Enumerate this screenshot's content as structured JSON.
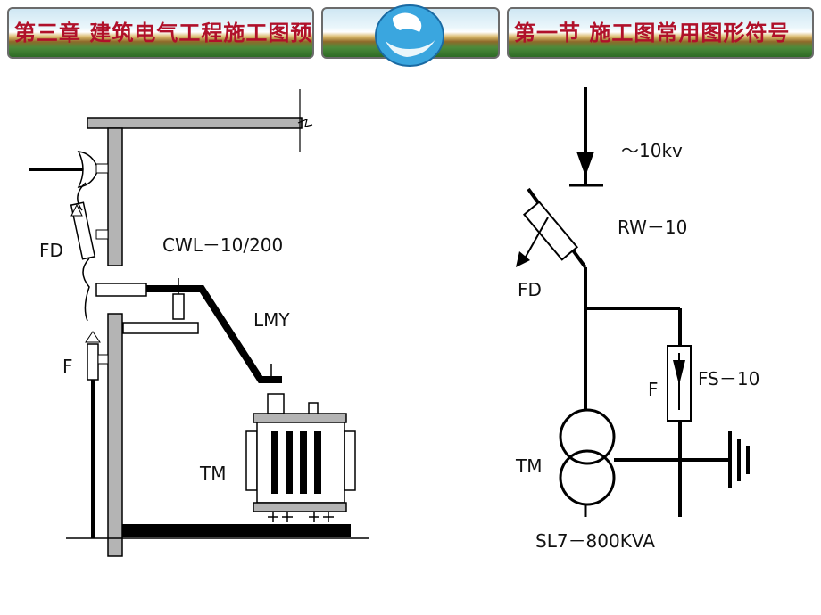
{
  "header": {
    "chapter_title": "第三章  建筑电气工程施工图预算",
    "section_title": "第一节  施工图常用图形符号"
  },
  "left_diagram": {
    "labels": {
      "fd": "FD",
      "cwl": "CWL－10/200",
      "lmy": "LMY",
      "f": "F",
      "tm": "TM"
    }
  },
  "right_diagram": {
    "labels": {
      "voltage": "～10kv",
      "rw": "RW－10",
      "fd": "FD",
      "fs": "FS－10",
      "f": "F",
      "tm": "TM",
      "model": "SL7－800KVA"
    }
  }
}
